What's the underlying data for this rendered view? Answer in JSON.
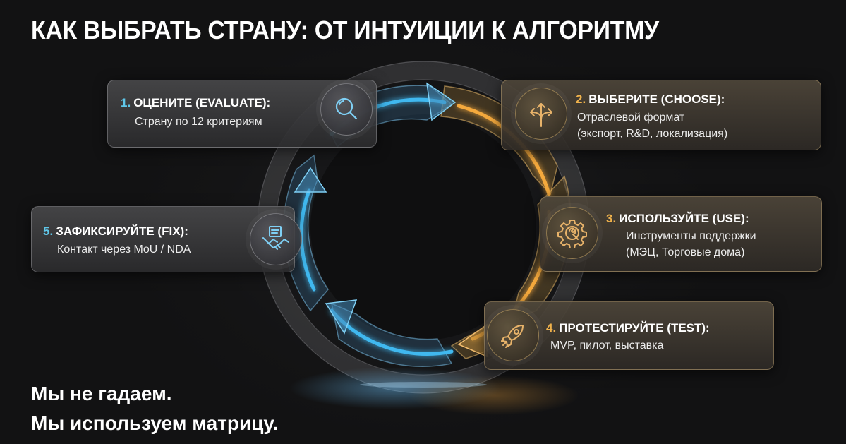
{
  "title": "КАК ВЫБРАТЬ СТРАНУ: ОТ ИНТУИЦИИ К АЛГОРИТМУ",
  "colors": {
    "background": "#151516",
    "blue_accent": "#3fb8ef",
    "gold_accent": "#f4a93c",
    "text": "#ffffff"
  },
  "steps": [
    {
      "number": "1.",
      "heading": "ОЦЕНИТЕ (EVALUATE):",
      "lines": [
        "Страну по 12 критериям"
      ],
      "icon": "magnifier-icon",
      "accent": "blue"
    },
    {
      "number": "2.",
      "heading": "ВЫБЕРИТЕ (CHOOSE):",
      "lines": [
        "Отраслевой формат",
        "(экспорт, R&D, локализация)"
      ],
      "icon": "split-arrows-icon",
      "accent": "gold"
    },
    {
      "number": "3.",
      "heading": "ИСПОЛЬЗУЙТЕ (USE):",
      "lines": [
        "Инструменты поддержки",
        "(МЭЦ, Торговые дома)"
      ],
      "icon": "gear-wrench-icon",
      "accent": "gold"
    },
    {
      "number": "4.",
      "heading": "ПРОТЕСТИРУЙТЕ (TEST):",
      "lines": [
        "MVP, пилот, выставка"
      ],
      "icon": "rocket-icon",
      "accent": "gold"
    },
    {
      "number": "5.",
      "heading": "ЗАФИКСИРУЙТЕ (FIX):",
      "lines": [
        "Контакт через MoU / NDA"
      ],
      "icon": "handshake-document-icon",
      "accent": "blue"
    }
  ],
  "slogan": {
    "line1": "Мы не гадаем.",
    "line2": "Мы используем матрицу."
  }
}
